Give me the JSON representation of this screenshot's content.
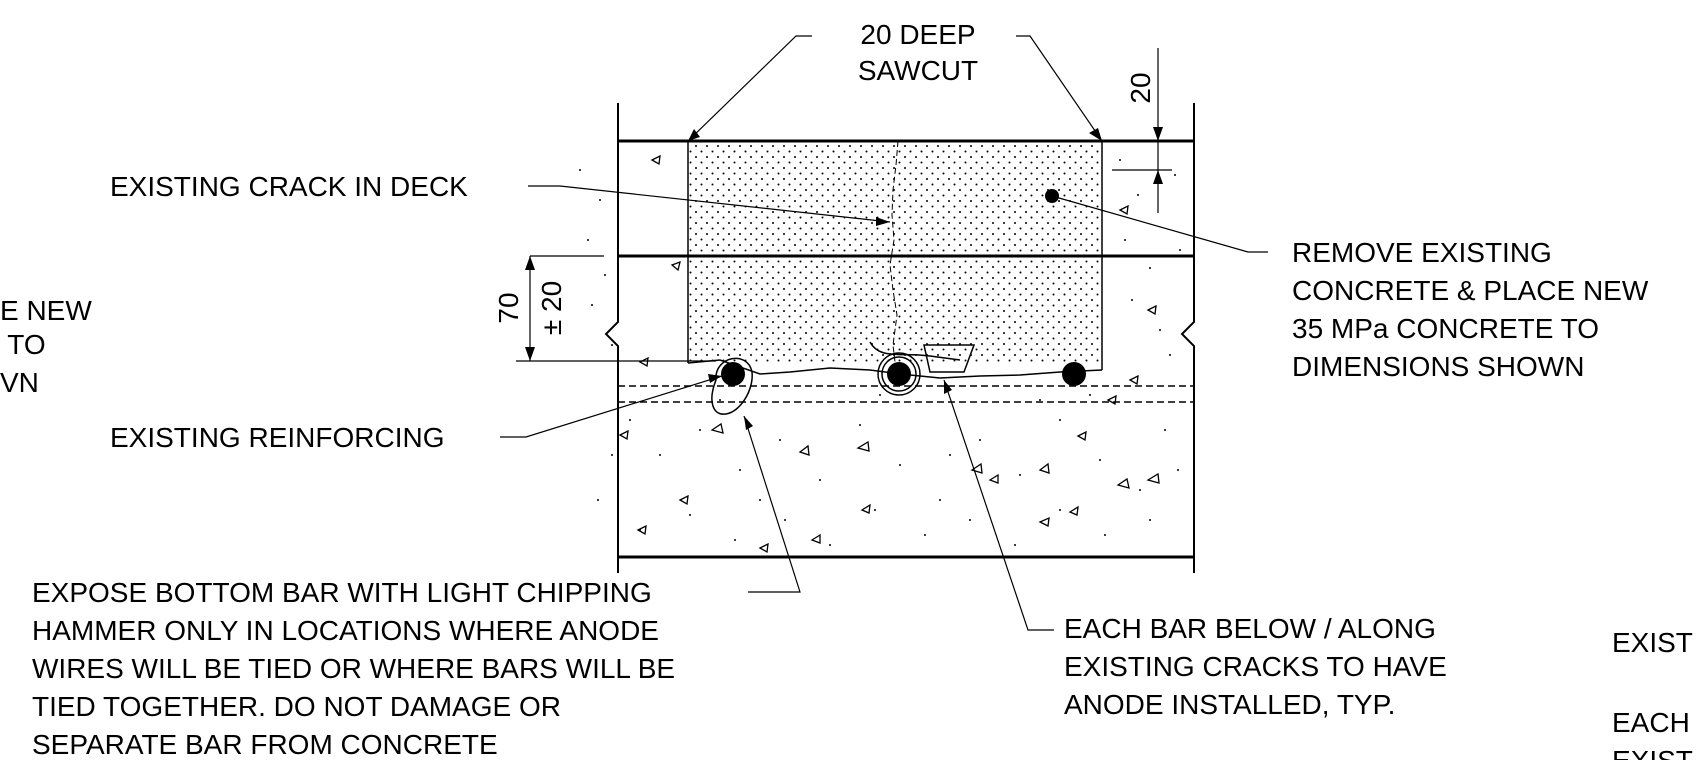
{
  "labels": {
    "sawcut": [
      "20 DEEP",
      "SAWCUT"
    ],
    "dim_top": "20",
    "crack": "EXISTING CRACK IN DECK",
    "remove": [
      "REMOVE EXISTING",
      "CONCRETE & PLACE NEW",
      "35 MPa CONCRETE TO",
      "DIMENSIONS SHOWN"
    ],
    "left_cut": [
      "E NEW",
      " TO",
      "VN"
    ],
    "dim_depth": "70",
    "dim_tol": "± 20",
    "reinforcing": "EXISTING REINFORCING",
    "expose": [
      "EXPOSE BOTTOM BAR WITH LIGHT CHIPPING",
      "HAMMER ONLY IN LOCATIONS WHERE ANODE",
      "WIRES WILL BE TIED OR WHERE BARS WILL BE",
      "TIED TOGETHER. DO NOT DAMAGE OR",
      "SEPARATE BAR FROM CONCRETE"
    ],
    "anode": [
      "EACH BAR BELOW / ALONG",
      "EXISTING CRACKS TO HAVE",
      "ANODE INSTALLED, TYP."
    ],
    "right_cut": [
      "EXIST",
      "EACH",
      "EXIST"
    ]
  }
}
